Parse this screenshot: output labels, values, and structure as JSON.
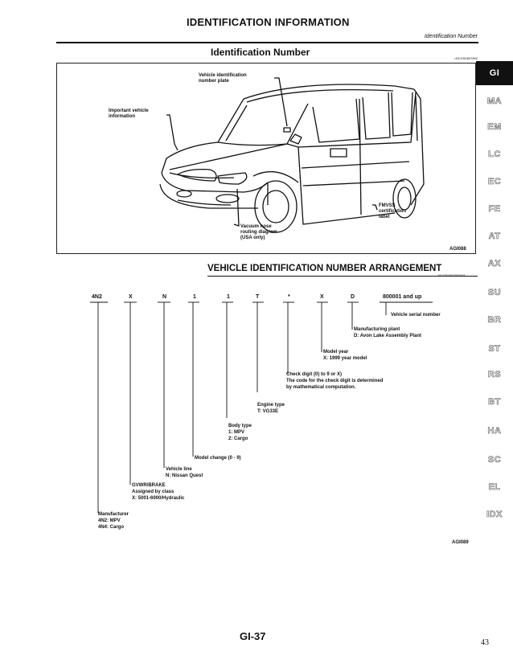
{
  "header": {
    "title": "IDENTIFICATION INFORMATION",
    "right_text": "Identification Number",
    "section_title": "Identification Number",
    "ref_code": "=NCGS0807892"
  },
  "side_tabs": [
    "GI",
    "MA",
    "EM",
    "LC",
    "EC",
    "FE",
    "AT",
    "AX",
    "SU",
    "BR",
    "ST",
    "RS",
    "BT",
    "HA",
    "SC",
    "EL",
    "IDX"
  ],
  "figure1": {
    "id": "AGI088",
    "labels": {
      "vin_plate": "Vehicle identification\nnumber plate",
      "important_info": "Important vehicle\ninformation",
      "fmvss": "FMVSS\ncertification\nlabel",
      "vacuum": "Vacuum hose\nrouting diagram\n(USA only)"
    }
  },
  "arrangement": {
    "title": "VEHICLE IDENTIFICATION NUMBER ARRANGEMENT",
    "ref_code": "NCGS0007592001",
    "chars": [
      "4N2",
      "X",
      "N",
      "1",
      "1",
      "T",
      "*",
      "X",
      "D",
      "800001 and up"
    ],
    "descriptions": {
      "serial": "Vehicle serial number",
      "plant": "Manufacturing plant\nD: Avon Lake Assembly Plant",
      "year": "Model year\nX: 1999 year model",
      "check": "Check digit (0) to 9 or X)\nThe code for the check digit is determined\nby mathematical computation.",
      "engine": "Engine type\nT: VG33E",
      "body": "Body type\n1: MPV\n2: Cargo",
      "model_change": "Model change (0 - 9)",
      "line": "Vehicle line\nN: Nissan Quest",
      "gvwr": "GVWR/BRAKE\nAssigned by class\nX: 5001-6000/Hydraulic",
      "manufacturer": "Manufacturer\n4N2: MPV\n4N4: Cargo"
    },
    "figure_id": "AGI089"
  },
  "footer": {
    "title": "GI-37",
    "page_number": "43"
  }
}
